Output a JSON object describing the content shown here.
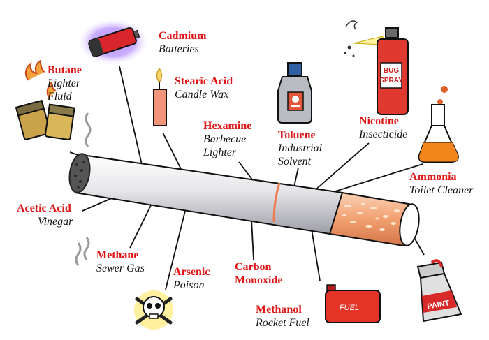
{
  "title": "",
  "components": [
    {
      "id": "cadmium",
      "chemical": "Cadmium",
      "use": [
        "Batteries"
      ],
      "icon": "battery-icon"
    },
    {
      "id": "butane",
      "chemical": "Butane",
      "use": [
        "Lighter",
        "Fluid"
      ],
      "icon": "lighter-icon"
    },
    {
      "id": "stearic-acid",
      "chemical": "Stearic Acid",
      "use": [
        "Candle Wax"
      ],
      "icon": "candle-icon"
    },
    {
      "id": "hexamine",
      "chemical": "Hexamine",
      "use": [
        "Barbecue",
        "Lighter"
      ],
      "icon": ""
    },
    {
      "id": "toluene",
      "chemical": "Toluene",
      "use": [
        "Industrial",
        "Solvent"
      ],
      "icon": "solvent-bottle-icon"
    },
    {
      "id": "nicotine",
      "chemical": "Nicotine",
      "use": [
        "Insecticide"
      ],
      "icon": "bug-spray-icon"
    },
    {
      "id": "ammonia",
      "chemical": "Ammonia",
      "use": [
        "Toilet Cleaner"
      ],
      "icon": "flask-icon"
    },
    {
      "id": "acetic-acid",
      "chemical": "Acetic Acid",
      "use": [
        "Vinegar"
      ],
      "icon": ""
    },
    {
      "id": "methane",
      "chemical": "Methane",
      "use": [
        "Sewer Gas"
      ],
      "icon": "smoke-icon"
    },
    {
      "id": "arsenic",
      "chemical": "Arsenic",
      "use": [
        "Poison"
      ],
      "icon": "skull-icon"
    },
    {
      "id": "carbon-monoxide",
      "chemical": "Carbon Monoxide",
      "chemical_lines": [
        "Carbon",
        "Monoxide"
      ],
      "use": [],
      "icon": ""
    },
    {
      "id": "methanol",
      "chemical": "Methanol",
      "use": [
        "Rocket Fuel"
      ],
      "icon": "fuel-can-icon"
    },
    {
      "id": "paint",
      "chemical": "",
      "use": [],
      "icon": "paint-can-icon"
    }
  ],
  "icon_text": {
    "bug_spray": [
      "BUG",
      "SPRAY"
    ],
    "fuel": "FUEL",
    "paint": "PAINT"
  },
  "colors": {
    "chemical_label": "#e01414",
    "use_label": "#111111",
    "filter": "#f2a070",
    "cigarette_body": "#e8e8ea",
    "ring": "#f07a50"
  }
}
